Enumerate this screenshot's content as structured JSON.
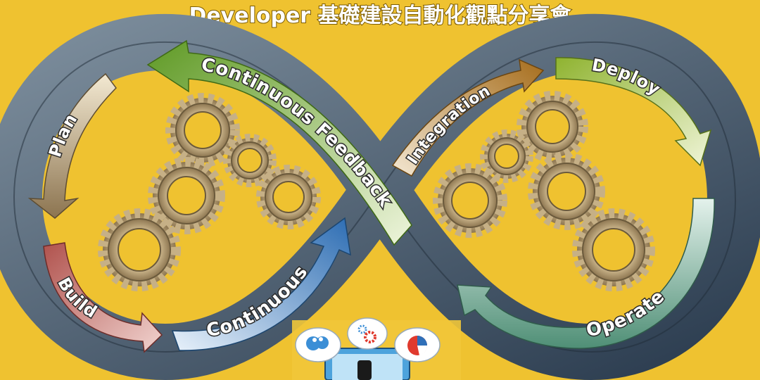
{
  "title": "Developer 基礎建設自動化觀點分享會",
  "labels": {
    "plan": "Plan",
    "build": "Build",
    "continuous": "Continuous",
    "continuous_feedback": "Continuous Feedback",
    "integration": "Integration",
    "deploy": "Deploy",
    "operate": "Operate"
  },
  "icons": [
    "users-cloud-icon",
    "gears-icon",
    "pie-chart-icon",
    "monitor-icon"
  ],
  "colors": {
    "background": "#efc230",
    "loop": "#4a5d70",
    "plan_arrow": "#a08a62",
    "build_arrow": "#c16a64",
    "continuous_arrow": "#3f7fc0",
    "feedback_arrow": "#7ab03a",
    "integration_arrow": "#b07a2a",
    "deploy_arrow": "#9fbe3a",
    "operate_arrow": "#6aa88e",
    "gear": "#c9b58c"
  }
}
